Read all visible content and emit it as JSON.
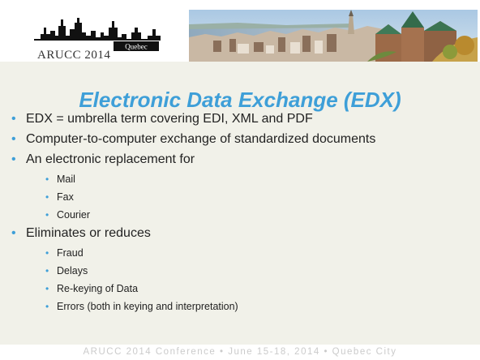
{
  "logo": {
    "line1": "ARUCC 2014",
    "line2": "Quebec"
  },
  "title": "Electronic Data Exchange (EDX)",
  "bullets": [
    {
      "text": "EDX = umbrella term covering EDI, XML and PDF"
    },
    {
      "text": "Computer-to-computer exchange of standardized documents"
    },
    {
      "text": "An electronic replacement for",
      "sub": [
        "Mail",
        "Fax",
        "Courier"
      ]
    },
    {
      "text": "Eliminates or reduces",
      "sub": [
        "Fraud",
        "Delays",
        "Re-keying of Data",
        "Errors (both in keying and interpretation)"
      ]
    }
  ],
  "footer": "ARUCC 2014 Conference • June 15-18, 2014 • Quebec City",
  "colors": {
    "title": "#3e9fd8",
    "bullet": "#3e9fd8",
    "panel": "#f1f1e9",
    "footer_text": "#cbcbcb"
  }
}
